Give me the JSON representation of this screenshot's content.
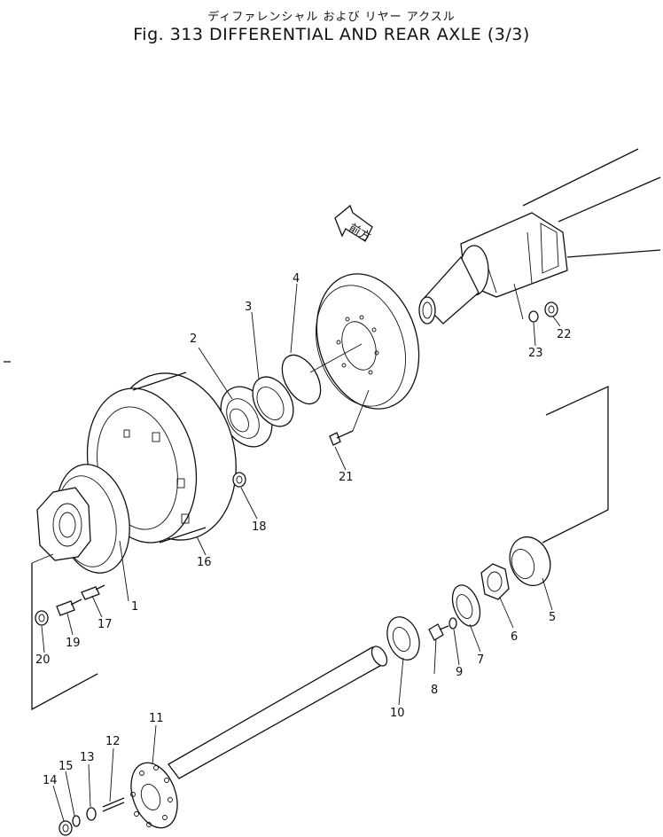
{
  "header": {
    "japanese_title": "ディファレンシャル および リヤー アクスル",
    "title": "Fig. 313   DIFFERENTIAL AND REAR AXLE  (3/3)"
  },
  "direction_arrow_text": "前方",
  "callouts": [
    "1",
    "2",
    "3",
    "4",
    "5",
    "6",
    "7",
    "8",
    "9",
    "10",
    "11",
    "12",
    "13",
    "14",
    "15",
    "16",
    "17",
    "18",
    "19",
    "20",
    "21",
    "22",
    "23"
  ]
}
